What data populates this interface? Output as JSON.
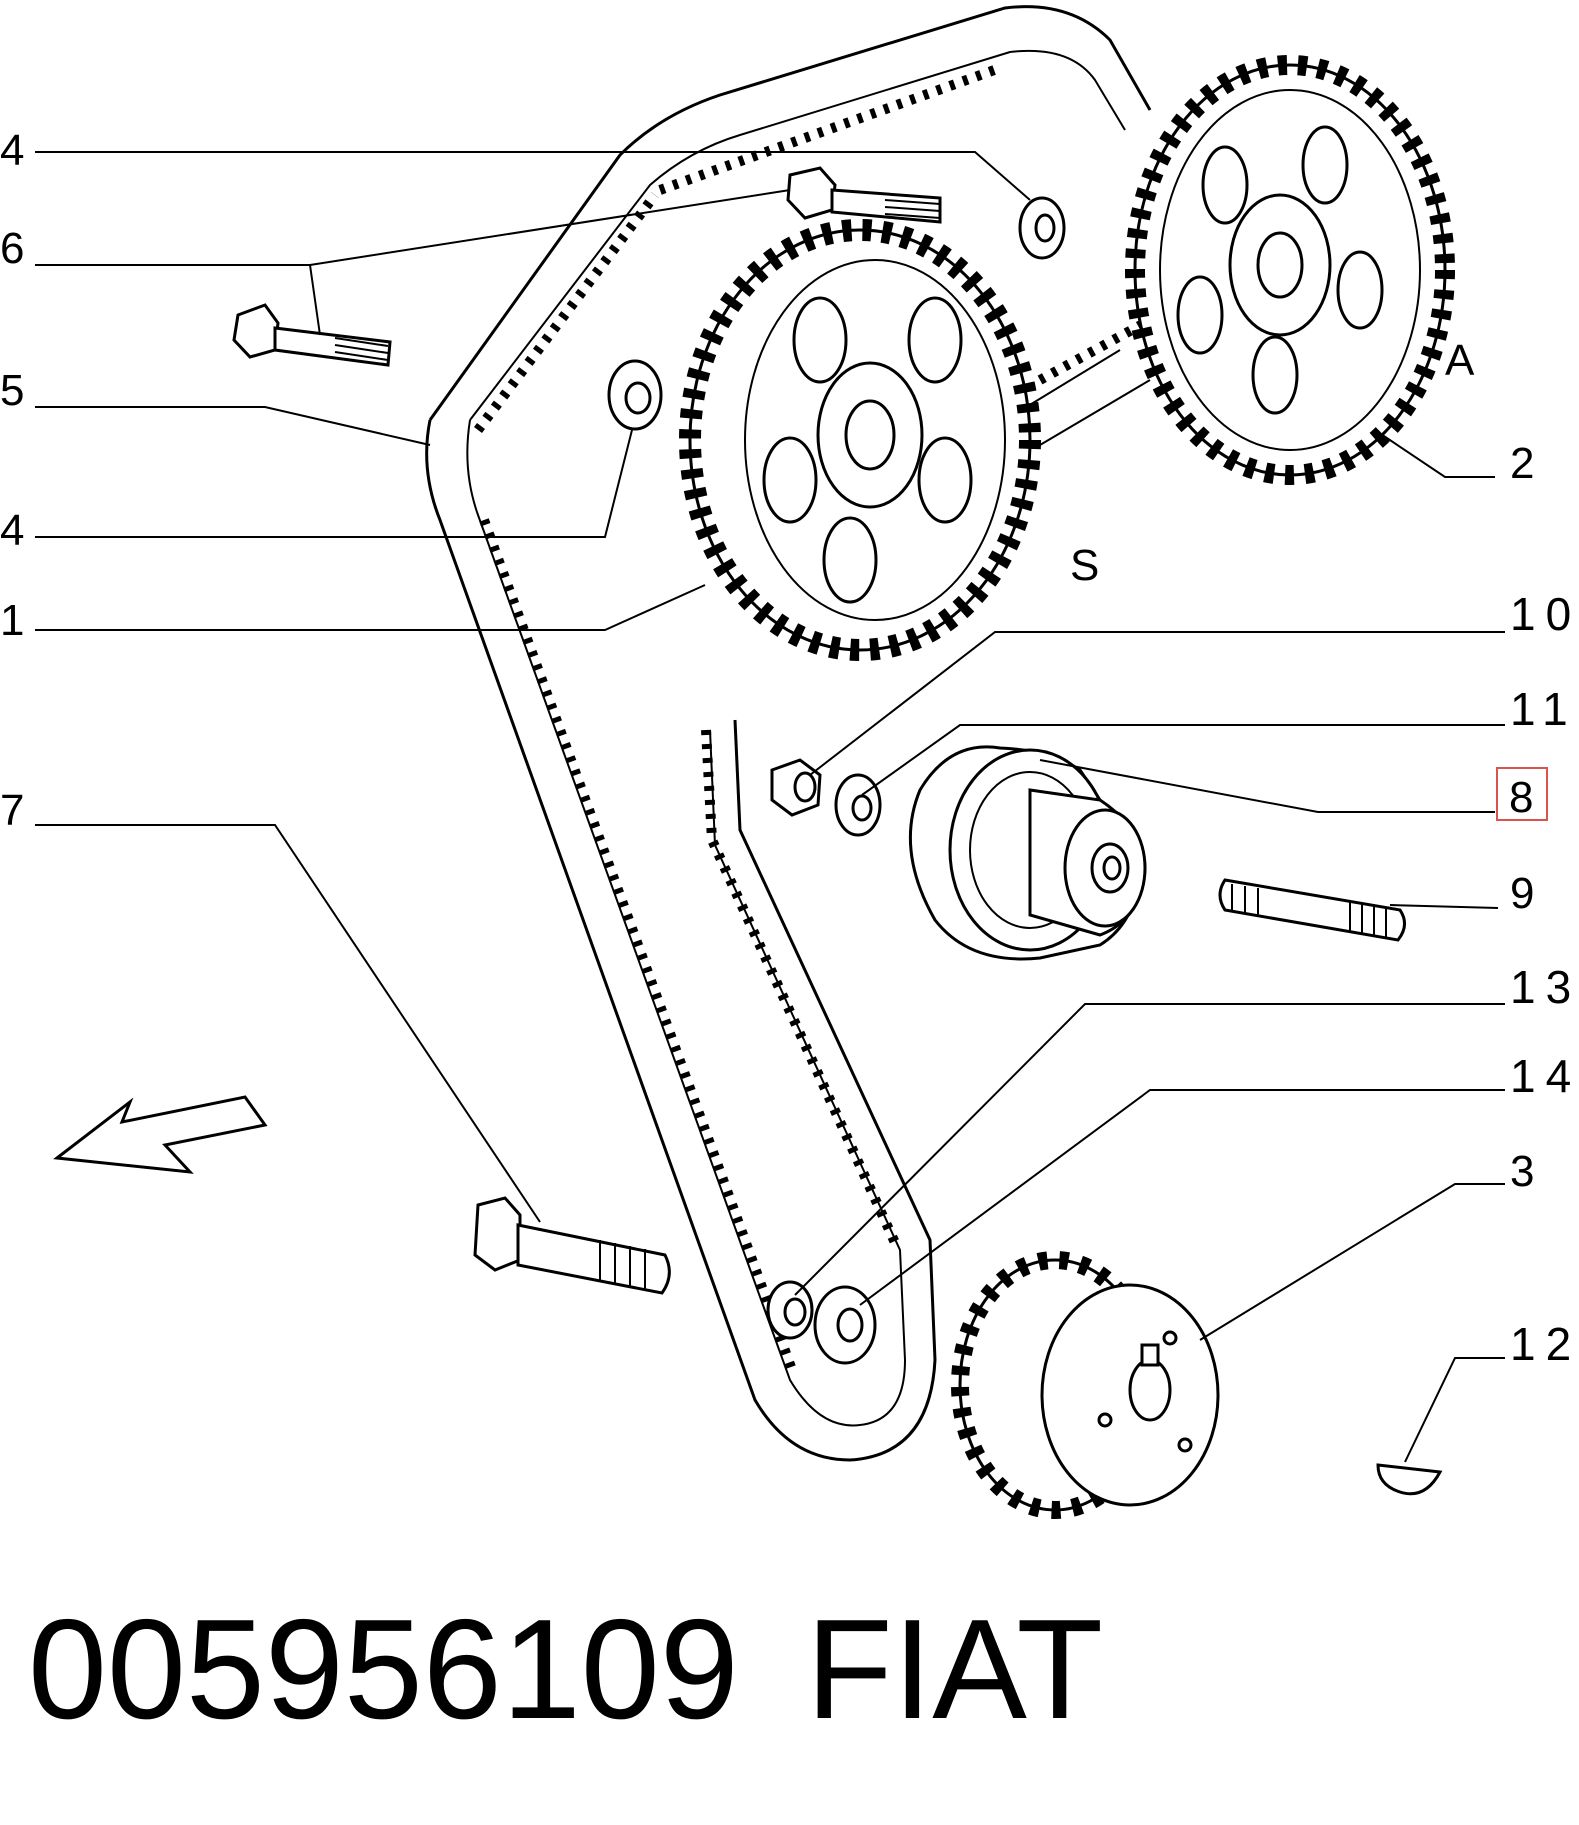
{
  "callouts": {
    "c4a": "4",
    "c6": "6",
    "c5": "5",
    "c4b": "4",
    "c1": "1",
    "c7": "7",
    "c2": "2",
    "c10": "10",
    "c11": "11",
    "c8": "8",
    "c9": "9",
    "c13": "13",
    "c14": "14",
    "c3": "3",
    "c12": "12",
    "markA": "A",
    "markS": "S"
  },
  "highlight_color": "#d9534f",
  "caption": {
    "part_number": "005956109",
    "brand": "FIAT"
  }
}
